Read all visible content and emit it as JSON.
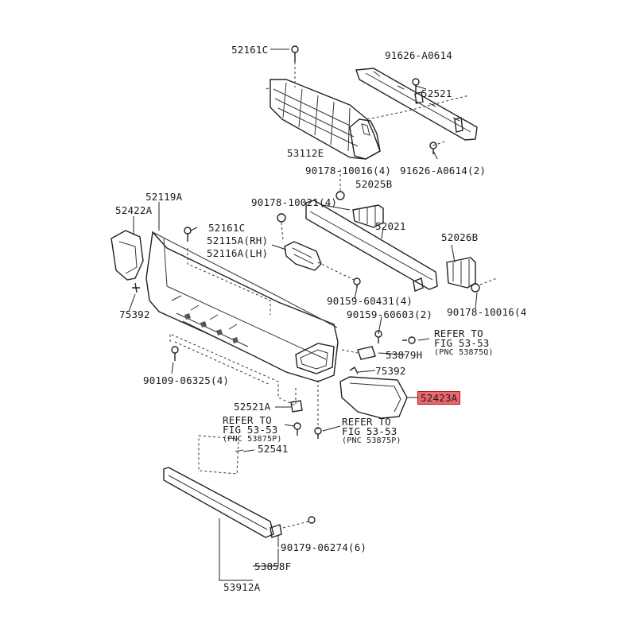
{
  "diagram": {
    "highlight_color": "#e8686c",
    "highlight_border": "#b0161c",
    "labels": {
      "l52161c_top": "52161C",
      "l91626_a0614_top": "91626-A0614",
      "l52521": "52521",
      "l53112e": "53112E",
      "l90178_10016_4_a": "90178-10016(4)",
      "l91626_a0614_2": "91626-A0614(2)",
      "l52025b": "52025B",
      "l52119a": "52119A",
      "l52422a": "52422A",
      "l90178_10021_4": "90178-10021(4)",
      "l52161c_mid": "52161C",
      "l52115a_rh": "52115A(RH)",
      "l52116a_lh": "52116A(LH)",
      "l52021": "52021",
      "l52026b": "52026B",
      "l75392_left": "75392",
      "l90159_60431_4": "90159-60431(4)",
      "l90178_10016_4_b": "90178-10016(4",
      "l90159_60603_2": "90159-60603(2)",
      "refer_q_1": "REFER TO",
      "refer_q_2": "FIG 53-53",
      "refer_q_3": "(PNC 53875Q)",
      "l53879h": "53879H",
      "l90109_06325_4": "90109-06325(4)",
      "l75392_right": "75392",
      "l52423a": "52423A",
      "l52521a": "52521A",
      "refer_p_left_1": "REFER TO",
      "refer_p_left_2": "FIG 53-53",
      "refer_p_left_3": "(PNC 53875P)",
      "refer_p_right_1": "REFER TO",
      "refer_p_right_2": "FIG 53-53",
      "refer_p_right_3": "(PNC 53875P)",
      "l52541": "52541",
      "l90179_06274_6": "90179-06274(6)",
      "l53858f": "53858F",
      "l53912a": "53912A"
    }
  }
}
